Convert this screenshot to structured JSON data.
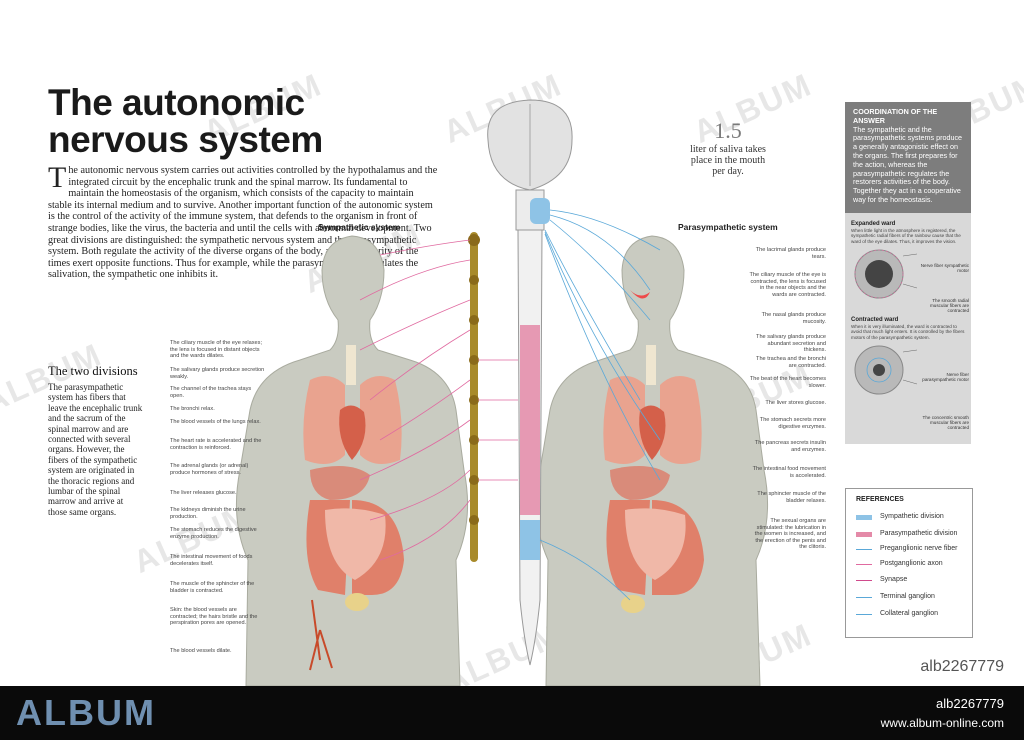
{
  "title": "The autonomic nervous system",
  "intro": {
    "dropcap": "T",
    "text": "he autonomic nervous system carries out activities controlled by the hypothalamus and the integrated circuit by the encephalic trunk and the spinal marrow. Its fundamental to maintain the homeostasis of the organism, which consists of the capacity to maintain stable its internal medium and to survive. Another important function of the autonomic system is the control of the activity of the immune system, that defends to the organism in front of strange bodies, like the virus, the bacteria and until the cells with abnormal development. Two great divisions are distinguished: the sympathetic nervous system and the parasympathetic system. Both regulate the activity of the diverse organs of the body, and the majority of the times exert opposite functions. Thus for example, while the parasympathetic stimulates the salivation, the sympathetic one inhibits it."
  },
  "divisions": {
    "title": "The two divisions",
    "text": "The parasympathetic system has fibers that leave the encephalic trunk and the sacrum of the spinal marrow and are connected with several organs. However, the fibers of the sympathetic system are originated in the thoracic regions and lumbar of the spinal marrow and arrive at those same organs."
  },
  "sympathetic": {
    "label": "Sympathetic system",
    "notes": [
      "The ciliary muscle of the eye relaxes; the lens is focused in distant objects and the wards dilates.",
      "The salivary glands produce secretion weakly.",
      "The channel of the trachea stays open.",
      "The bronchi relax.",
      "The blood vessels of the lungs relax.",
      "The heart rate is accelerated and the contraction is reinforced.",
      "The adrenal glands (or adrenal) produce hormones of stress.",
      "The liver releases glucose.",
      "The kidneys diminish the urine production.",
      "The stomach reduces the digestive enzyme production.",
      "The intestinal movement of foods decelerates itself.",
      "The muscle of the sphincter of the bladder is contracted.",
      "Skin: the blood vessels are contracted; the hairs bristle and the perspiration pores are opened.",
      "The blood vessels dilate."
    ]
  },
  "parasympathetic": {
    "label": "Parasympathetic system",
    "notes": [
      "The lacrimal glands produce tears.",
      "The ciliary muscle of the eye is contracted, the lens is focused in the near objects and the wards are contracted.",
      "The nasal glands produce mucosity.",
      "The salivary glands produce abundant secretion and thickens.",
      "The trachea and the bronchi are contracted.",
      "The beat of the heart becomes slower.",
      "The liver stores glucose.",
      "The stomach secrets more digestive enzymes.",
      "The pancreas secrets insulin and enzymes.",
      "The intestinal food movement is accelerated.",
      "The sphincter muscle of the bladder relaxes.",
      "The sexual organs are stimulated: the lubrication in the women is increased, and the erection of the penis and the clitoris."
    ]
  },
  "fact": {
    "number": "1.5",
    "text": "liter of saliva takes place in the mouth per day."
  },
  "coordination": {
    "heading": "COORDINATION OF THE ANSWER",
    "text": "The sympathetic and the parasympathetic systems produce a generally antagonistic effect on the organs. The first prepares for the action, whereas the parasympathetic regulates the restorers activities of the body. Together they act in a cooperative way for the homeostasis.",
    "expanded": {
      "title": "Expanded ward",
      "text": "When little light in the atmosphere is registered, the sympathetic radial fibers of the rainbow cause that the ward of the eye dilates. Thus, it improves the vision.",
      "label_nerve": "Nerve fiber sympathetic motor",
      "label_muscle": "The smooth radial muscular fibers are contracted"
    },
    "contracted": {
      "title": "Contracted ward",
      "text": "When it is very illuminated, the ward is contracted to avoid that much light enters. It is controlled by the fibers motors of the parasympathetic system.",
      "label_nerve": "Nerve fiber parasympathetic motor",
      "label_muscle": "The concentric smooth muscular fibers are contracted"
    }
  },
  "references": {
    "heading": "REFERENCES",
    "items": [
      {
        "label": "Sympathetic division",
        "color": "#8ec3e6"
      },
      {
        "label": "Parasympathetic division",
        "color": "#e48aa8"
      },
      {
        "label": "Preganglionic nerve fiber",
        "color": "#5aa8d8"
      },
      {
        "label": "Postganglionic axon",
        "color": "#e06aa0"
      },
      {
        "label": "Synapse",
        "color": "#d04a8c"
      },
      {
        "label": "Terminal ganglion",
        "color": "#5aa8d8"
      },
      {
        "label": "Collateral ganglion",
        "color": "#5aa8d8"
      }
    ]
  },
  "watermark": "ALBUM",
  "stock_id": "alb2267779",
  "footer": {
    "logo": "ALBUM",
    "id": "alb2267779",
    "url": "www.album-online.com"
  }
}
